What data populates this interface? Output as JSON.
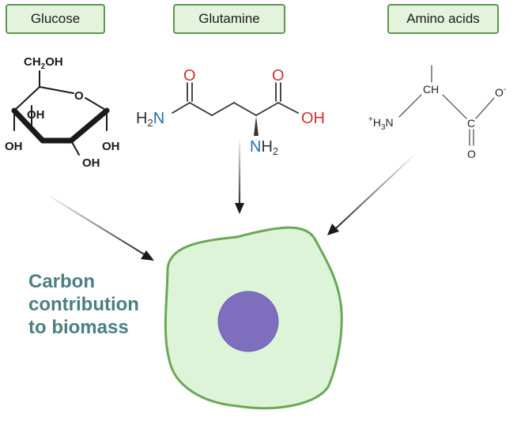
{
  "labels": {
    "glucose": "Glucose",
    "glutamine": "Glutamine",
    "amino_acids": "Amino acids"
  },
  "caption": {
    "line1": "Carbon",
    "line2": "contribution",
    "line3": "to biomass"
  },
  "glucose_atoms": {
    "ch2oh_1": "CH",
    "ch2oh_2": "2",
    "ch2oh_3": "OH",
    "ring_o": "O",
    "oh_inner": "OH",
    "oh_left": "OH",
    "oh_right": "OH",
    "oh_bottom": "OH"
  },
  "glutamine_atoms": {
    "o_left": "O",
    "o_right": "O",
    "h2n_h": "H",
    "h2n_2": "2",
    "h2n_n": "N",
    "oh": "OH",
    "nh2_n": "N",
    "nh2_h": "H",
    "nh2_2": "2"
  },
  "amino_atoms": {
    "ch": "CH",
    "o_minus_o": "O",
    "o_minus_sign": "-",
    "plus": "+",
    "h3n_h": "H",
    "h3n_3": "3",
    "h3n_n": "N",
    "c": "C",
    "o_bottom": "O"
  },
  "colors": {
    "label_fill": "#e3f3dc",
    "label_border": "#5d9651",
    "cell_fill": "#def4d8",
    "cell_border": "#6aa856",
    "nucleus": "#7d6fbe",
    "caption": "#4b7f80",
    "oxygen": "#d0312d",
    "nitrogen": "#1f6fb5"
  }
}
